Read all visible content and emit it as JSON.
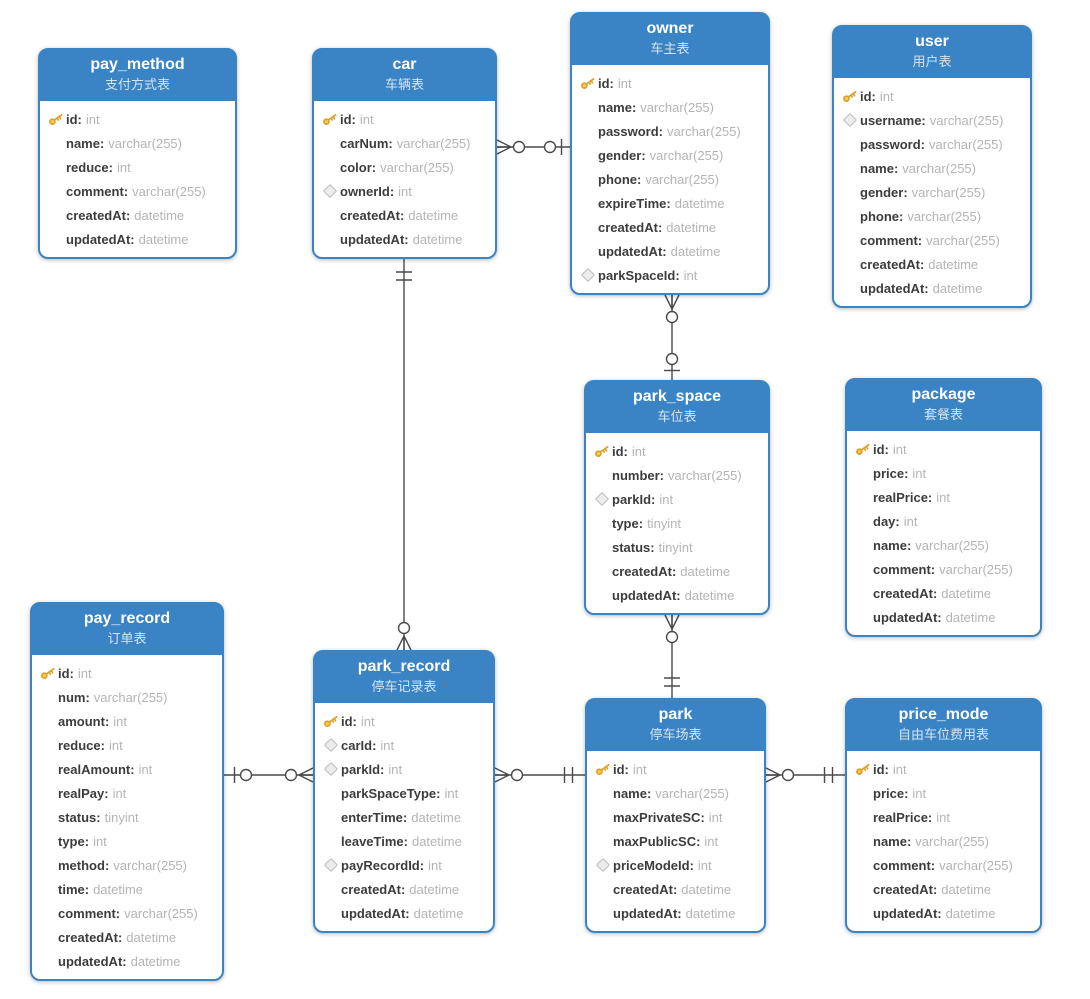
{
  "diagram": {
    "title": "parking-system-er-diagram",
    "colors": {
      "header_blue": "#3a84c6",
      "border_blue": "#3a84c6",
      "line_gray": "#4a4a4a",
      "key_gold": "#f0b32e",
      "field_name_text": "#3c3c3c",
      "field_type_text": "#b4b4b4"
    },
    "entities": [
      {
        "key": "pay_method",
        "name": "pay_method",
        "subtitle": "支付方式表",
        "fields": [
          {
            "icon": "key",
            "name": "id",
            "type": "int"
          },
          {
            "icon": "none",
            "name": "name",
            "type": "varchar(255)"
          },
          {
            "icon": "none",
            "name": "reduce",
            "type": "int"
          },
          {
            "icon": "none",
            "name": "comment",
            "type": "varchar(255)"
          },
          {
            "icon": "none",
            "name": "createdAt",
            "type": "datetime"
          },
          {
            "icon": "none",
            "name": "updatedAt",
            "type": "datetime"
          }
        ]
      },
      {
        "key": "car",
        "name": "car",
        "subtitle": "车辆表",
        "fields": [
          {
            "icon": "key",
            "name": "id",
            "type": "int"
          },
          {
            "icon": "none",
            "name": "carNum",
            "type": "varchar(255)"
          },
          {
            "icon": "none",
            "name": "color",
            "type": "varchar(255)"
          },
          {
            "icon": "fk",
            "name": "ownerId",
            "type": "int"
          },
          {
            "icon": "none",
            "name": "createdAt",
            "type": "datetime"
          },
          {
            "icon": "none",
            "name": "updatedAt",
            "type": "datetime"
          }
        ]
      },
      {
        "key": "owner",
        "name": "owner",
        "subtitle": "车主表",
        "fields": [
          {
            "icon": "key",
            "name": "id",
            "type": "int"
          },
          {
            "icon": "none",
            "name": "name",
            "type": "varchar(255)"
          },
          {
            "icon": "none",
            "name": "password",
            "type": "varchar(255)"
          },
          {
            "icon": "none",
            "name": "gender",
            "type": "varchar(255)"
          },
          {
            "icon": "none",
            "name": "phone",
            "type": "varchar(255)"
          },
          {
            "icon": "none",
            "name": "expireTime",
            "type": "datetime"
          },
          {
            "icon": "none",
            "name": "createdAt",
            "type": "datetime"
          },
          {
            "icon": "none",
            "name": "updatedAt",
            "type": "datetime"
          },
          {
            "icon": "fk",
            "name": "parkSpaceId",
            "type": "int"
          }
        ]
      },
      {
        "key": "user",
        "name": "user",
        "subtitle": "用户表",
        "fields": [
          {
            "icon": "key",
            "name": "id",
            "type": "int"
          },
          {
            "icon": "fk",
            "name": "username",
            "type": "varchar(255)"
          },
          {
            "icon": "none",
            "name": "password",
            "type": "varchar(255)"
          },
          {
            "icon": "none",
            "name": "name",
            "type": "varchar(255)"
          },
          {
            "icon": "none",
            "name": "gender",
            "type": "varchar(255)"
          },
          {
            "icon": "none",
            "name": "phone",
            "type": "varchar(255)"
          },
          {
            "icon": "none",
            "name": "comment",
            "type": "varchar(255)"
          },
          {
            "icon": "none",
            "name": "createdAt",
            "type": "datetime"
          },
          {
            "icon": "none",
            "name": "updatedAt",
            "type": "datetime"
          }
        ]
      },
      {
        "key": "park_space",
        "name": "park_space",
        "subtitle": "车位表",
        "fields": [
          {
            "icon": "key",
            "name": "id",
            "type": "int"
          },
          {
            "icon": "none",
            "name": "number",
            "type": "varchar(255)"
          },
          {
            "icon": "fk",
            "name": "parkId",
            "type": "int"
          },
          {
            "icon": "none",
            "name": "type",
            "type": "tinyint"
          },
          {
            "icon": "none",
            "name": "status",
            "type": "tinyint"
          },
          {
            "icon": "none",
            "name": "createdAt",
            "type": "datetime"
          },
          {
            "icon": "none",
            "name": "updatedAt",
            "type": "datetime"
          }
        ]
      },
      {
        "key": "package",
        "name": "package",
        "subtitle": "套餐表",
        "fields": [
          {
            "icon": "key",
            "name": "id",
            "type": "int"
          },
          {
            "icon": "none",
            "name": "price",
            "type": "int"
          },
          {
            "icon": "none",
            "name": "realPrice",
            "type": "int"
          },
          {
            "icon": "none",
            "name": "day",
            "type": "int"
          },
          {
            "icon": "none",
            "name": "name",
            "type": "varchar(255)"
          },
          {
            "icon": "none",
            "name": "comment",
            "type": "varchar(255)"
          },
          {
            "icon": "none",
            "name": "createdAt",
            "type": "datetime"
          },
          {
            "icon": "none",
            "name": "updatedAt",
            "type": "datetime"
          }
        ]
      },
      {
        "key": "pay_record",
        "name": "pay_record",
        "subtitle": "订单表",
        "fields": [
          {
            "icon": "key",
            "name": "id",
            "type": "int"
          },
          {
            "icon": "none",
            "name": "num",
            "type": "varchar(255)"
          },
          {
            "icon": "none",
            "name": "amount",
            "type": "int"
          },
          {
            "icon": "none",
            "name": "reduce",
            "type": "int"
          },
          {
            "icon": "none",
            "name": "realAmount",
            "type": "int"
          },
          {
            "icon": "none",
            "name": "realPay",
            "type": "int"
          },
          {
            "icon": "none",
            "name": "status",
            "type": "tinyint"
          },
          {
            "icon": "none",
            "name": "type",
            "type": "int"
          },
          {
            "icon": "none",
            "name": "method",
            "type": "varchar(255)"
          },
          {
            "icon": "none",
            "name": "time",
            "type": "datetime"
          },
          {
            "icon": "none",
            "name": "comment",
            "type": "varchar(255)"
          },
          {
            "icon": "none",
            "name": "createdAt",
            "type": "datetime"
          },
          {
            "icon": "none",
            "name": "updatedAt",
            "type": "datetime"
          }
        ]
      },
      {
        "key": "park_record",
        "name": "park_record",
        "subtitle": "停车记录表",
        "fields": [
          {
            "icon": "key",
            "name": "id",
            "type": "int"
          },
          {
            "icon": "fk",
            "name": "carId",
            "type": "int"
          },
          {
            "icon": "fk",
            "name": "parkId",
            "type": "int"
          },
          {
            "icon": "none",
            "name": "parkSpaceType",
            "type": "int"
          },
          {
            "icon": "none",
            "name": "enterTime",
            "type": "datetime"
          },
          {
            "icon": "none",
            "name": "leaveTime",
            "type": "datetime"
          },
          {
            "icon": "fk",
            "name": "payRecordId",
            "type": "int"
          },
          {
            "icon": "none",
            "name": "createdAt",
            "type": "datetime"
          },
          {
            "icon": "none",
            "name": "updatedAt",
            "type": "datetime"
          }
        ]
      },
      {
        "key": "park",
        "name": "park",
        "subtitle": "停车场表",
        "fields": [
          {
            "icon": "key",
            "name": "id",
            "type": "int"
          },
          {
            "icon": "none",
            "name": "name",
            "type": "varchar(255)"
          },
          {
            "icon": "none",
            "name": "maxPrivateSC",
            "type": "int"
          },
          {
            "icon": "none",
            "name": "maxPublicSC",
            "type": "int"
          },
          {
            "icon": "fk",
            "name": "priceModeId",
            "type": "int"
          },
          {
            "icon": "none",
            "name": "createdAt",
            "type": "datetime"
          },
          {
            "icon": "none",
            "name": "updatedAt",
            "type": "datetime"
          }
        ]
      },
      {
        "key": "price_mode",
        "name": "price_mode",
        "subtitle": "自由车位费用表",
        "fields": [
          {
            "icon": "key",
            "name": "id",
            "type": "int"
          },
          {
            "icon": "none",
            "name": "price",
            "type": "int"
          },
          {
            "icon": "none",
            "name": "realPrice",
            "type": "int"
          },
          {
            "icon": "none",
            "name": "name",
            "type": "varchar(255)"
          },
          {
            "icon": "none",
            "name": "comment",
            "type": "varchar(255)"
          },
          {
            "icon": "none",
            "name": "createdAt",
            "type": "datetime"
          },
          {
            "icon": "none",
            "name": "updatedAt",
            "type": "datetime"
          }
        ]
      }
    ],
    "relationships": [
      {
        "from": "car",
        "to": "owner",
        "from_cardinality": "zero-or-many",
        "to_cardinality": "zero-or-one"
      },
      {
        "from": "owner",
        "to": "park_space",
        "from_cardinality": "zero-or-many",
        "to_cardinality": "zero-or-one"
      },
      {
        "from": "park_space",
        "to": "park",
        "from_cardinality": "zero-or-many",
        "to_cardinality": "exactly-one"
      },
      {
        "from": "car",
        "to": "park_record",
        "from_cardinality": "exactly-one",
        "to_cardinality": "zero-or-many"
      },
      {
        "from": "pay_record",
        "to": "park_record",
        "from_cardinality": "zero-or-one",
        "to_cardinality": "zero-or-many"
      },
      {
        "from": "park_record",
        "to": "park",
        "from_cardinality": "zero-or-many",
        "to_cardinality": "exactly-one"
      },
      {
        "from": "park",
        "to": "price_mode",
        "from_cardinality": "zero-or-many",
        "to_cardinality": "exactly-one"
      }
    ]
  }
}
